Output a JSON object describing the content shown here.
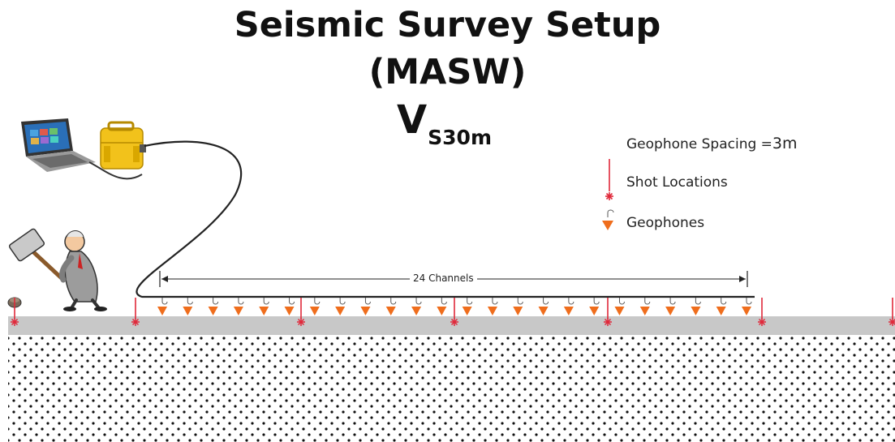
{
  "title": {
    "line1": "Seismic Survey Setup",
    "line2": "(MASW)"
  },
  "vs": {
    "main": "V",
    "subscript": "S30m"
  },
  "legend": {
    "spacing_label": "Geophone Spacing =",
    "spacing_value": "3m",
    "shot_label": "Shot Locations",
    "geophone_label": "Geophones"
  },
  "array": {
    "channels_label": "24 Channels",
    "geophone_count": 24,
    "shot_count": 7
  },
  "colors": {
    "shot": "#e0293a",
    "geophone": "#ef6d1c",
    "ground_strip": "#c8c8c8",
    "cable": "#222222",
    "seismograph": "#f2c21b"
  },
  "icons": {
    "laptop": "laptop-icon",
    "seismograph": "seismograph-icon",
    "hammer_man": "hammer-operator-figure",
    "strike_plate": "strike-plate-icon"
  }
}
